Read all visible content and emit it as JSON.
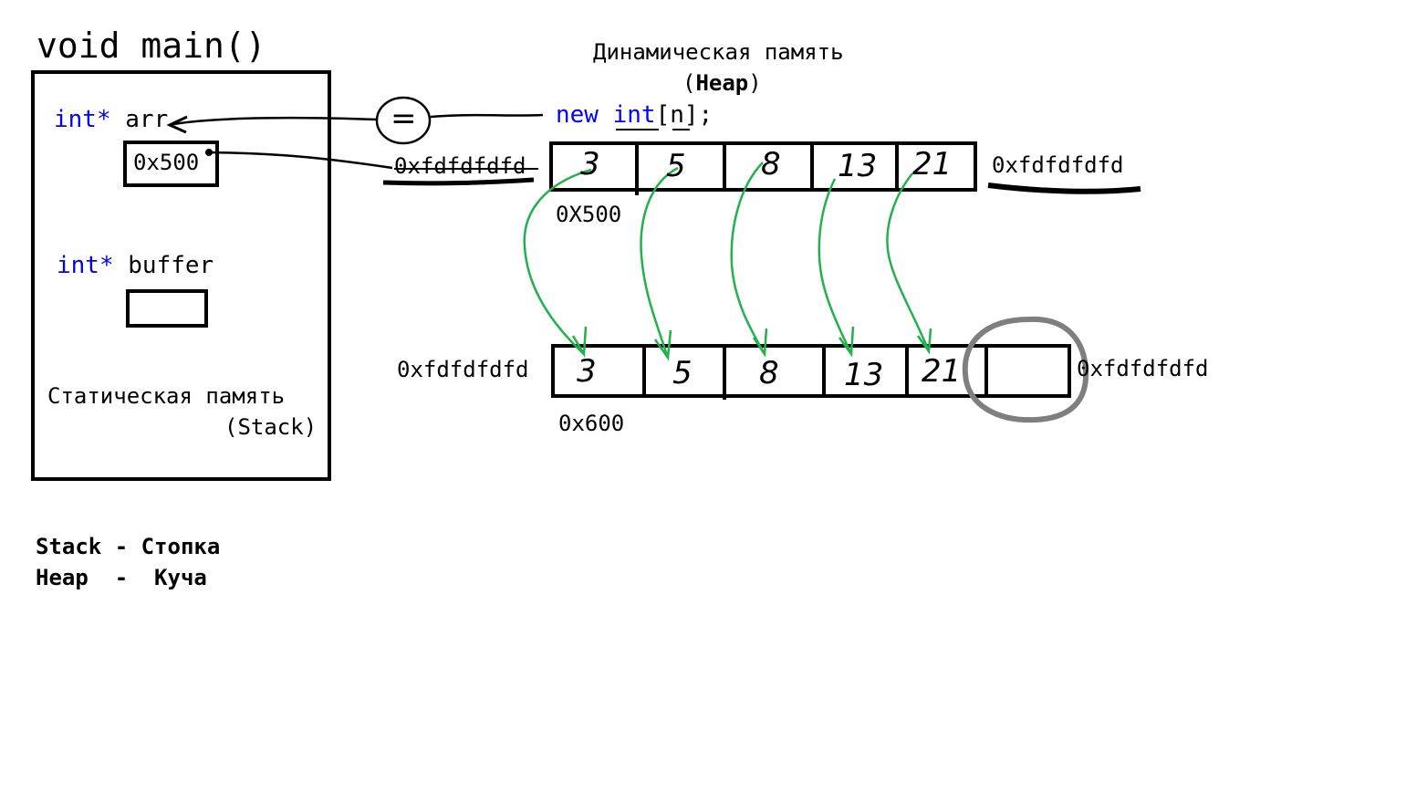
{
  "function_title": "void main()",
  "stack": {
    "arr_type": "int*",
    "arr_name": "arr",
    "arr_value": "0x500",
    "buffer_type": "int*",
    "buffer_name": "buffer",
    "label_line1": "Статическая память",
    "label_line2": "(Stack)"
  },
  "heap": {
    "label_line1": "Динамическая память",
    "label_paren_open": "(",
    "label_word": "Heap",
    "label_paren_close": ")",
    "expr_new": "new",
    "expr_int": "int",
    "expr_rest_open": "[",
    "expr_n": "n",
    "expr_rest_close": "];",
    "equals_sign": "=",
    "array1": {
      "guard_left": "0xfdfdfdfd",
      "guard_right": "0xfdfdfdfd",
      "address": "0X500",
      "values": [
        "3",
        "5",
        "8",
        "13",
        "21"
      ]
    },
    "array2": {
      "guard_left": "0xfdfdfdfd",
      "guard_right": "0xfdfdfdfd",
      "address": "0x600",
      "values": [
        "3",
        "5",
        "8",
        "13",
        "21",
        ""
      ]
    }
  },
  "glossary": {
    "stack_line": "Stack - Стопка",
    "heap_line": "Heap  -  Куча"
  },
  "colors": {
    "keyword": "#0000ff",
    "copy_arrow": "#22b14c",
    "highlight_circle": "#7f7f7f",
    "ink": "#000000"
  }
}
